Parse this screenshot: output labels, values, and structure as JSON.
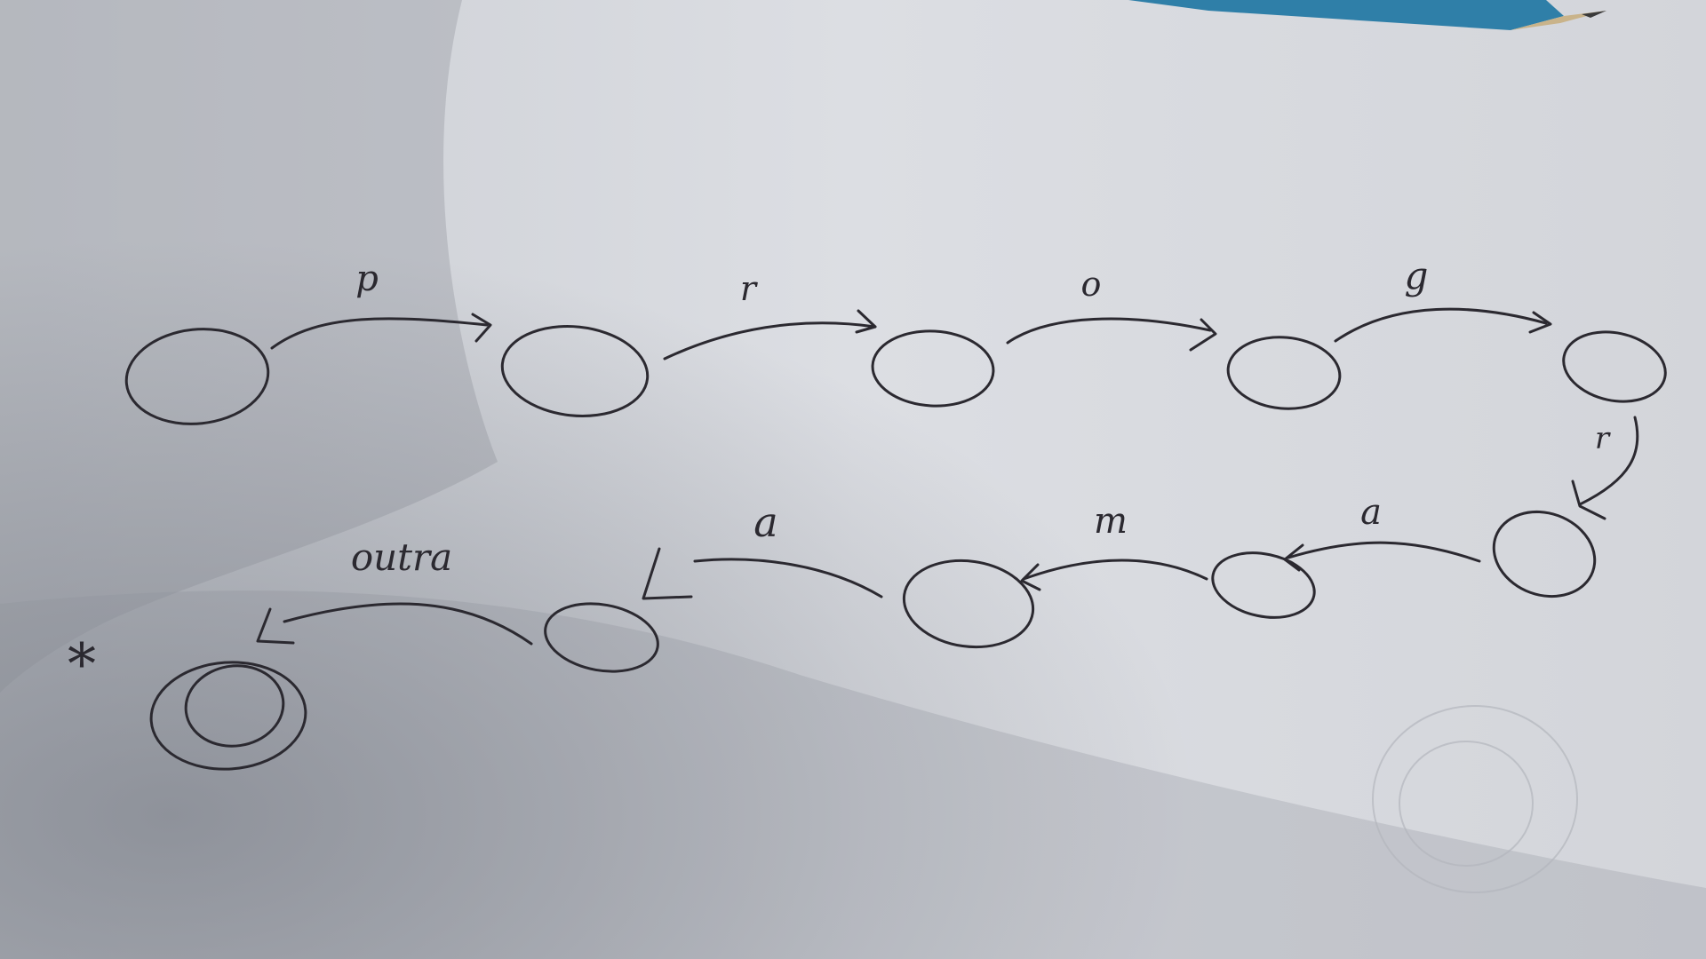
{
  "diagram": {
    "transitions": [
      {
        "from": 0,
        "to": 1,
        "label": "p"
      },
      {
        "from": 1,
        "to": 2,
        "label": "r"
      },
      {
        "from": 2,
        "to": 3,
        "label": "o"
      },
      {
        "from": 3,
        "to": 4,
        "label": "g"
      },
      {
        "from": 4,
        "to": 5,
        "label": "r"
      },
      {
        "from": 5,
        "to": 6,
        "label": "a"
      },
      {
        "from": 6,
        "to": 7,
        "label": "m"
      },
      {
        "from": 7,
        "to": 8,
        "label": "a"
      },
      {
        "from": 8,
        "to": 9,
        "label": "outra"
      }
    ],
    "accepting_marker": "*",
    "colors": {
      "ink": "#2b2930",
      "paper": "#d8dadf",
      "shadow": "#8e929b",
      "pencil": "#2f7fa8"
    }
  }
}
